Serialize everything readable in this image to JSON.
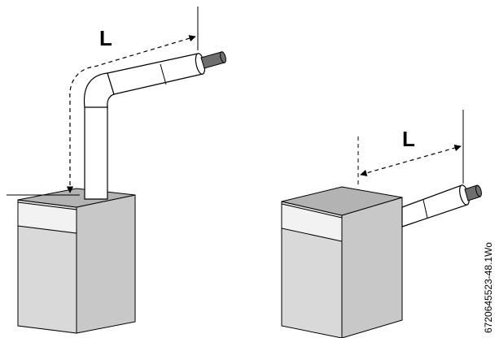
{
  "figure": {
    "left_dimension_label": "L",
    "right_dimension_label": "L",
    "reference_code": "6720645523-48.1Wo"
  },
  "colors": {
    "outline": "#000000",
    "boiler_front": "#d9d9d9",
    "boiler_side": "#c8c8c8",
    "boiler_top": "#b3b3b3",
    "boiler_band": "#f2f2f2",
    "pipe_white": "#ffffff",
    "terminal_dark": "#6e6e6e"
  }
}
